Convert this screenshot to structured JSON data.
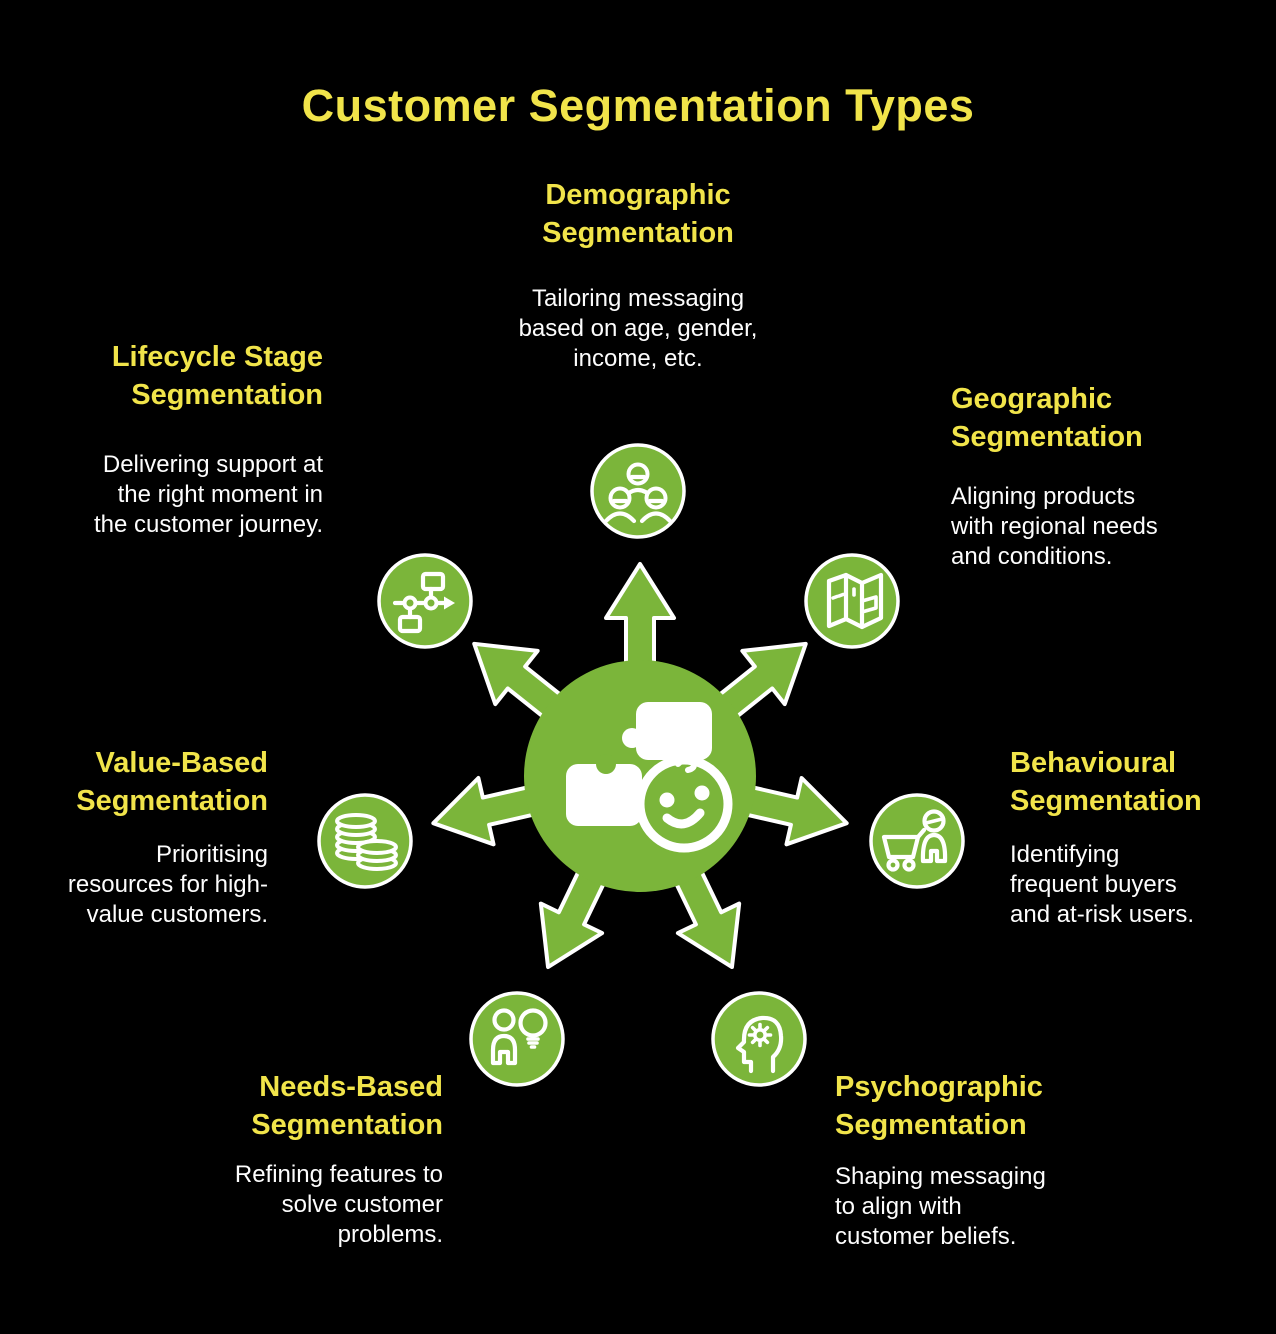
{
  "title": "Customer Segmentation Types",
  "colors": {
    "background": "#000000",
    "green": "#7BB53A",
    "yellow": "#F1E44A",
    "body_text": "#FDFDFD",
    "icon_stroke": "#FFFFFF"
  },
  "center": {
    "icon": "puzzle-face-icon",
    "arrow_count": 7
  },
  "segments": [
    {
      "id": "demographic",
      "heading": "Demographic\nSegmentation",
      "description": "Tailoring messaging\nbased on age, gender,\nincome, etc.",
      "icon": "people-group-icon",
      "position": "top"
    },
    {
      "id": "geographic",
      "heading": "Geographic\nSegmentation",
      "description": "Aligning products\nwith regional needs\nand conditions.",
      "icon": "map-icon",
      "position": "top-right"
    },
    {
      "id": "behavioural",
      "heading": "Behavioural\nSegmentation",
      "description": "Identifying\nfrequent buyers\nand at-risk users.",
      "icon": "cart-person-icon",
      "position": "right"
    },
    {
      "id": "psychographic",
      "heading": "Psychographic\nSegmentation",
      "description": "Shaping messaging\nto align with\ncustomer beliefs.",
      "icon": "head-gear-icon",
      "position": "bottom-right"
    },
    {
      "id": "needs",
      "heading": "Needs-Based\nSegmentation",
      "description": "Refining features to\nsolve customer\nproblems.",
      "icon": "person-bulb-icon",
      "position": "bottom-left"
    },
    {
      "id": "value",
      "heading": "Value-Based\nSegmentation",
      "description": "Prioritising\nresources for high-\nvalue customers.",
      "icon": "coins-icon",
      "position": "left"
    },
    {
      "id": "lifecycle",
      "heading": "Lifecycle Stage\nSegmentation",
      "description": "Delivering support at\nthe right moment in\nthe customer journey.",
      "icon": "flowchart-icon",
      "position": "top-left"
    }
  ]
}
